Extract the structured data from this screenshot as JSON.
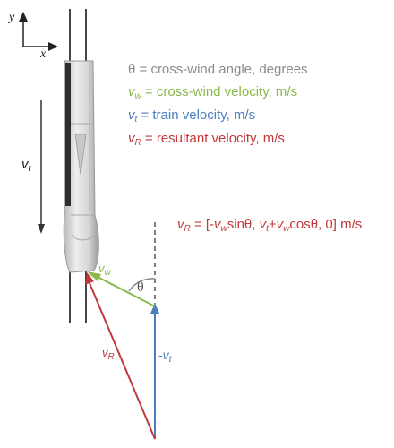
{
  "axes": {
    "y": "y",
    "x": "x"
  },
  "legend": {
    "theta": {
      "sym": "θ",
      "text": " = cross-wind angle, degrees"
    },
    "vw": {
      "sym": "v",
      "sub": "w",
      "text": " = cross-wind velocity, m/s"
    },
    "vt": {
      "sym": "v",
      "sub": "t",
      "text": " = train velocity, m/s"
    },
    "vr": {
      "sym": "v",
      "sub": "R",
      "text": " = resultant velocity, m/s"
    }
  },
  "equation": {
    "lhs_sym": "v",
    "lhs_sub": "R",
    "p1": " = [-",
    "a_sym": "v",
    "a_sub": "w",
    "p2": "sinθ, ",
    "b_sym": "v",
    "b_sub": "t",
    "p3": "+",
    "c_sym": "v",
    "c_sub": "w",
    "p4": "cosθ, 0] m/s"
  },
  "labels": {
    "vt_side": {
      "sym": "v",
      "sub": "t"
    },
    "vw_vec": {
      "sym": "v",
      "sub": "w"
    },
    "theta": "θ",
    "vr_vec": {
      "sym": "v",
      "sub": "R"
    },
    "neg_vt": {
      "prefix": "-",
      "sym": "v",
      "sub": "t"
    }
  },
  "colors": {
    "gray": "#8c8c8c",
    "green": "#8ab84a",
    "blue": "#4a7fbf",
    "red": "#c0393b",
    "dark": "#333333"
  }
}
